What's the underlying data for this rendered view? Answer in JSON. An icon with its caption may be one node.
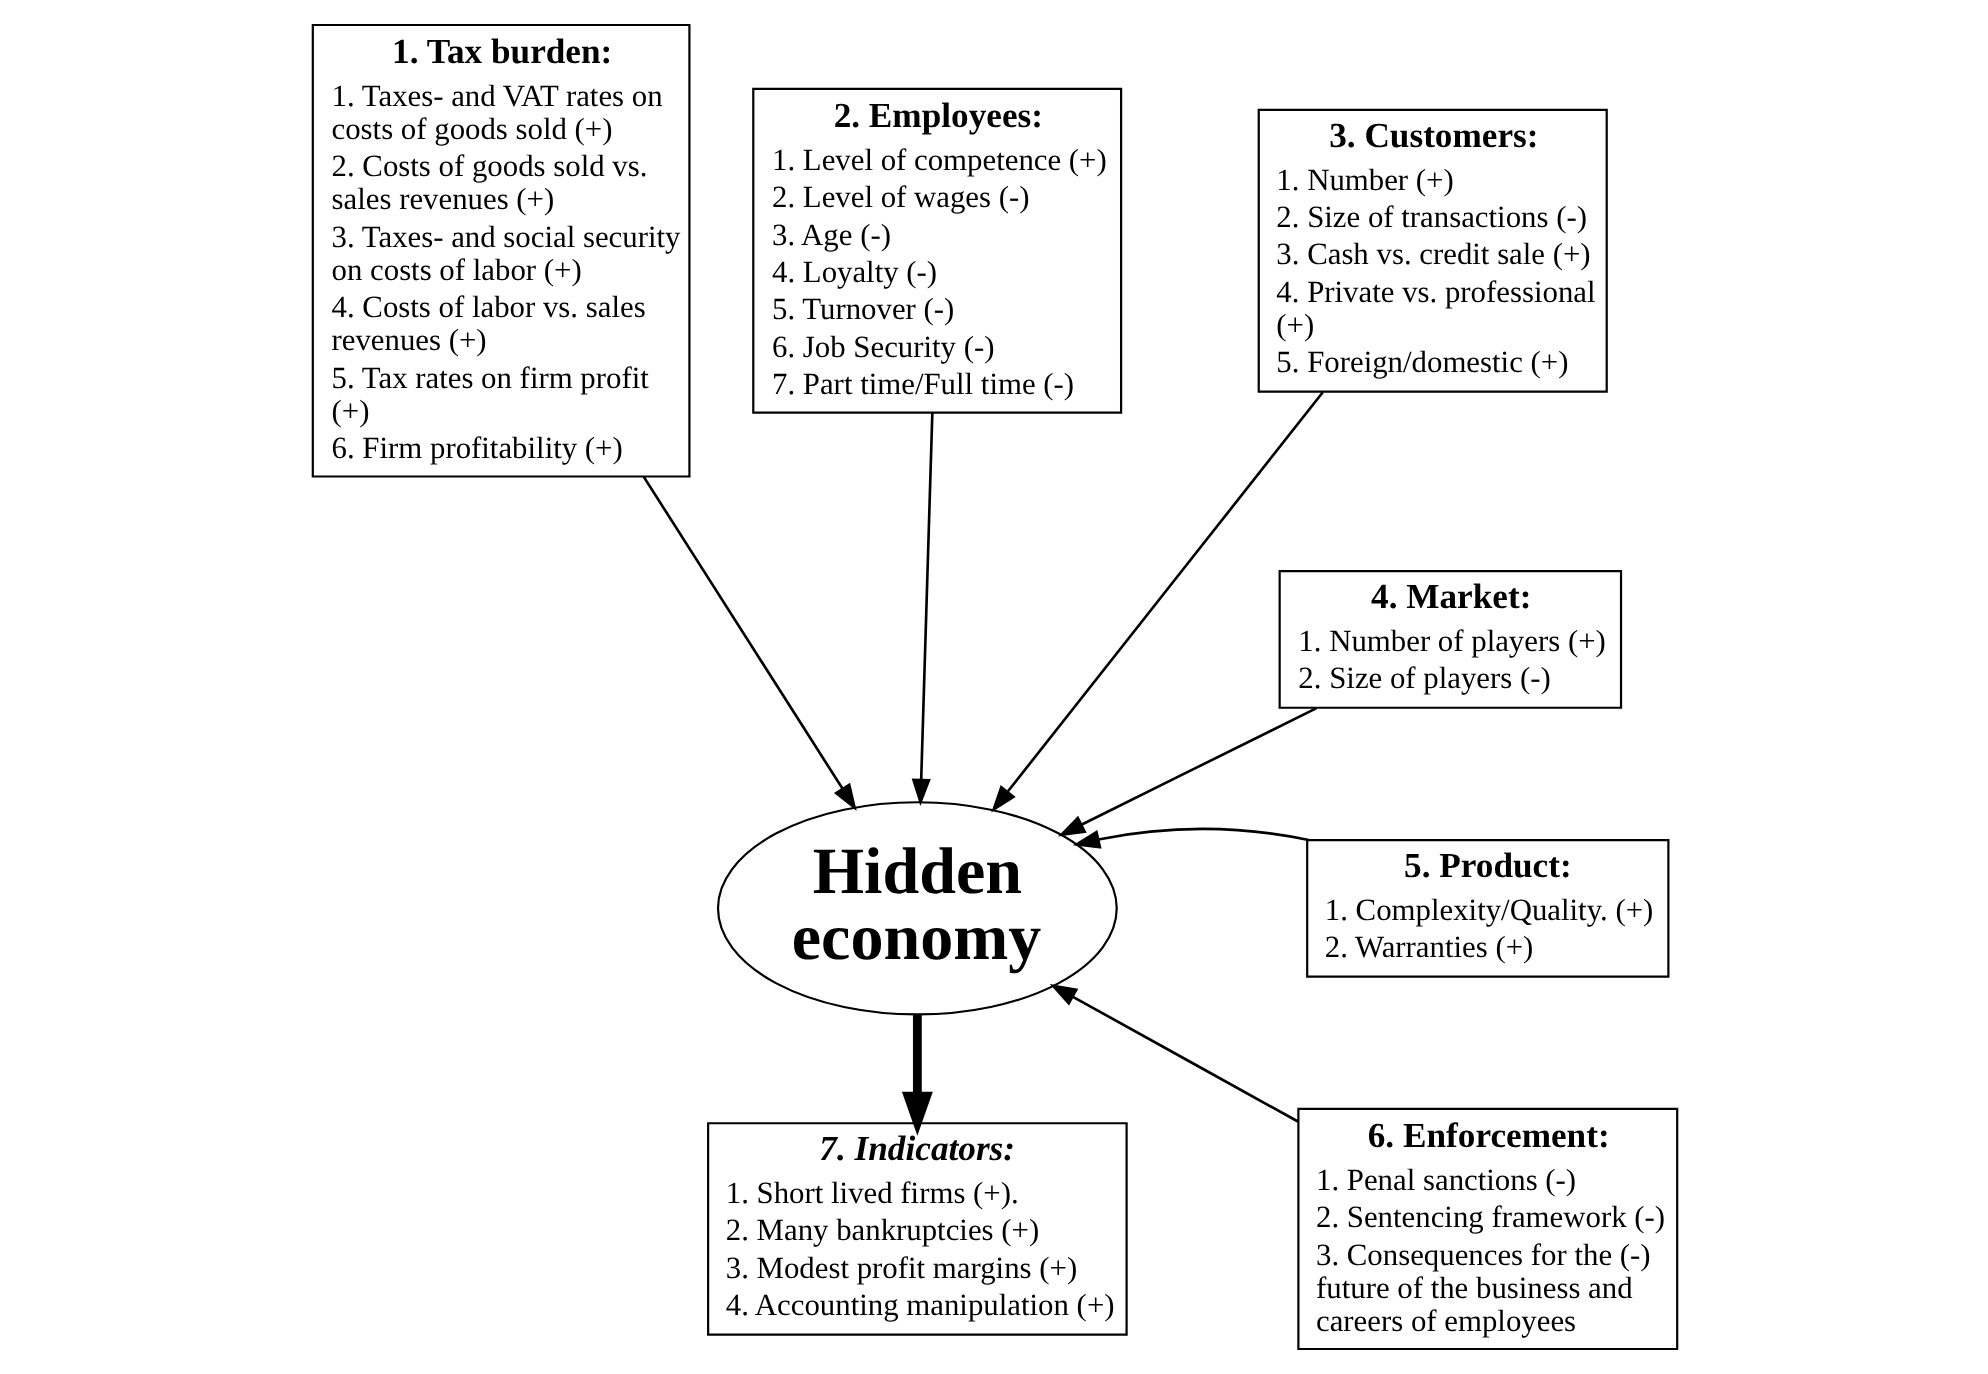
{
  "diagram": {
    "nodes": [
      {
        "text": [
          "1. Tax burden:",
          "1. Taxes- and VAT rates on costs of goods sold (+)",
          "2. Costs of goods sold vs. sales revenues (+)",
          "3. Taxes- and social security on costs of labor (+)",
          "4. Costs of labor vs. sales revenues (+)",
          "5. Tax rates on firm profit (+)",
          "6. Firm profitability (+)"
        ]
      },
      {
        "text": [
          "2. Employees:",
          "1. Level of competence (+)",
          "2. Level of wages (-)",
          "3. Age (-)",
          "4. Loyalty (-)",
          "5. Turnover (-)",
          "6. Job Security (-)",
          "7. Part time/Full time (-)"
        ]
      },
      {
        "text": [
          "3. Customers:",
          "1. Number (+)",
          "2. Size of transactions (-)",
          "3. Cash vs. credit sale (+)",
          "4. Private vs. professional (+)",
          "5. Foreign/domestic (+)"
        ]
      },
      {
        "text": [
          "4. Market:",
          "1. Number of players (+)",
          "2. Size of players (-)"
        ]
      },
      {
        "text": [
          "5. Product:",
          "1. Complexity/Quality. (+)",
          "2. Warranties (+)"
        ]
      },
      {
        "text": [
          "Hidden economy"
        ]
      },
      {
        "text": [
          "6. Enforcement:",
          "1. Penal sanctions (-)",
          "2. Sentencing framework (-)",
          "3. Consequences for the (-) future of the business and careers of employees"
        ]
      },
      {
        "text": [
          "7. Indicators:",
          "1. Short lived firms (+).",
          "2. Many bankruptcies (+)",
          "3. Modest profit margins (+)",
          "4. Accounting manipulation (+)"
        ]
      }
    ],
    "edges": [
      {
        "from": 0,
        "to": 5,
        "arrow": "to"
      },
      {
        "from": 1,
        "to": 5,
        "arrow": "to"
      },
      {
        "from": 2,
        "to": 5,
        "arrow": "to"
      },
      {
        "from": 3,
        "to": 5,
        "arrow": "to"
      },
      {
        "from": 4,
        "to": 5,
        "arrow": "to"
      },
      {
        "from": 6,
        "to": 5,
        "arrow": "to"
      },
      {
        "from": 5,
        "to": 7,
        "arrow": "to",
        "style": "thick"
      }
    ]
  }
}
